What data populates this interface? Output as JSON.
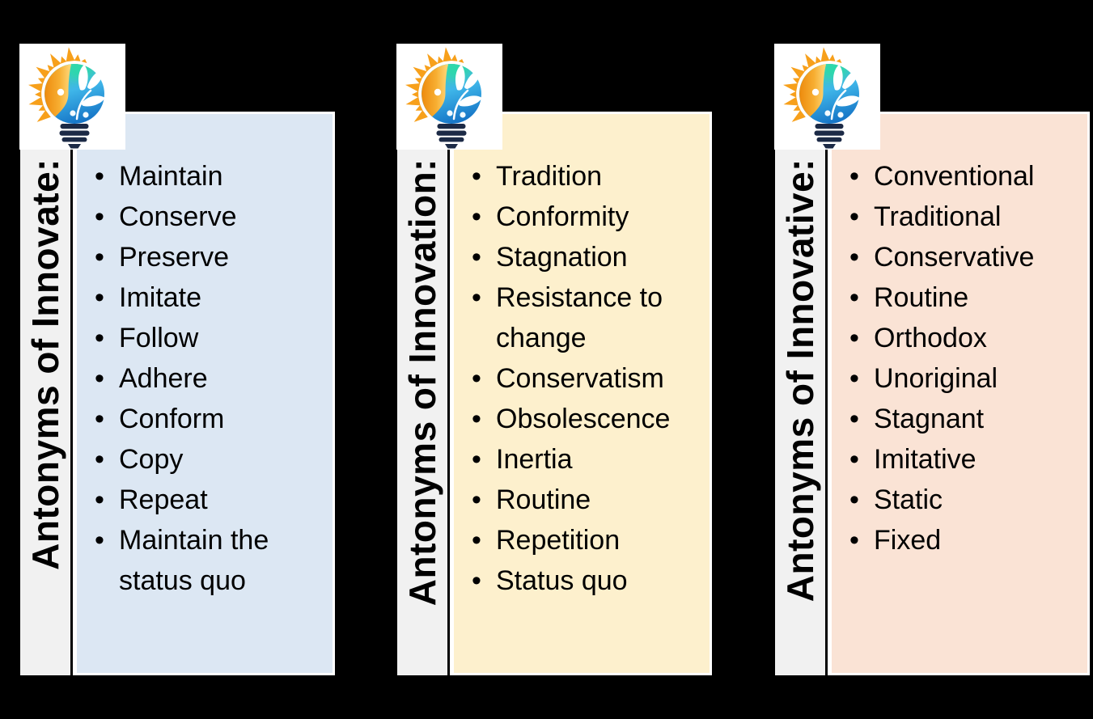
{
  "page": {
    "background_color": "#000000",
    "title_bar_color": "#F1F1F1",
    "text_color": "#000000",
    "panel_border_color": "#FFFFFF"
  },
  "columns": [
    {
      "title": "Antonyms of Innovate:",
      "panel_color": "#DCE7F3",
      "items": [
        "Maintain",
        "Conserve",
        "Preserve",
        "Imitate",
        "Follow",
        "Adhere",
        "Conform",
        "Copy",
        "Repeat",
        "Maintain the status quo"
      ]
    },
    {
      "title": "Antonyms of Innovation:",
      "panel_color": "#FDF0CD",
      "items": [
        "Tradition",
        "Conformity",
        "Stagnation",
        "Resistance to change",
        "Conservatism",
        "Obsolescence",
        "Inertia",
        "Routine",
        "Repetition",
        "Status quo"
      ]
    },
    {
      "title": "Antonyms of Innovative:",
      "panel_color": "#FAE3D5",
      "items": [
        "Conventional",
        "Traditional",
        "Conservative",
        "Routine",
        "Orthodox",
        "Unoriginal",
        "Stagnant",
        "Imitative",
        "Static",
        "Fixed"
      ]
    }
  ],
  "logo": {
    "icon": "sun-lightbulb-icon",
    "colors": {
      "sun_rays": "#F7A01B",
      "bulb_orange_dark": "#ED8A0D",
      "bulb_orange_light": "#FFDA7E",
      "bulb_teal": "#2BD9A8",
      "bulb_blue": "#1472C5",
      "base_navy": "#1C2A46",
      "box_background": "#FFFFFF"
    }
  }
}
